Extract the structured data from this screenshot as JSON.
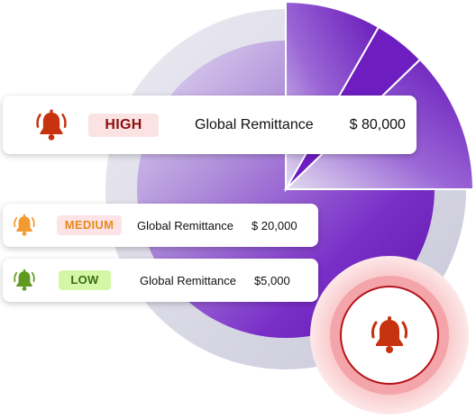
{
  "colors": {
    "purple_dark": "#6a1fb8",
    "purple_light": "#ded8ef",
    "ring_gray": "#dcdbe8",
    "bell_red": "#c7320f",
    "bell_orange": "#f29a30",
    "bell_green": "#5f9a1e",
    "pink_glow": "#f2a9ad"
  },
  "alerts": [
    {
      "id": "high",
      "badge": "HIGH",
      "badge_bg": "#fbe3e3",
      "badge_color": "#8b0f0f",
      "icon": "bell-icon",
      "icon_color": "#c7320f",
      "label": "Global Remittance",
      "amount": "$ 80,000"
    },
    {
      "id": "medium",
      "badge": "MEDIUM",
      "badge_bg": "#fde3e6",
      "badge_color": "#e88a1c",
      "icon": "bell-icon",
      "icon_color": "#f29a30",
      "label": "Global Remittance",
      "amount": "$ 20,000"
    },
    {
      "id": "low",
      "badge": "LOW",
      "badge_bg": "#d3f7a7",
      "badge_color": "#3c6b10",
      "icon": "bell-icon",
      "icon_color": "#5f9a1e",
      "label": "Global Remittance",
      "amount": "$5,000"
    }
  ],
  "notification_badge": {
    "icon": "bell-icon",
    "icon_color": "#c7320f"
  }
}
